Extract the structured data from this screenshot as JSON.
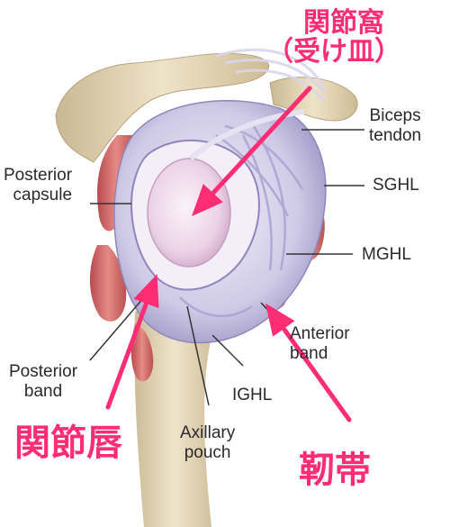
{
  "labels": {
    "biceps_tendon": [
      "Biceps",
      "tendon"
    ],
    "sghl": "SGHL",
    "posterior_capsule": [
      "Posterior",
      "capsule"
    ],
    "mghl": "MGHL",
    "anterior_band": [
      "Anterior",
      "band"
    ],
    "posterior_band": [
      "Posterior",
      "band"
    ],
    "ighl": "IGHL",
    "axillary_pouch": [
      "Axillary",
      "pouch"
    ]
  },
  "annotations": {
    "glenoid_fossa": [
      "関節窩",
      "（受け皿）"
    ],
    "labrum": "関節唇",
    "ligament": "靭帯"
  },
  "colors": {
    "annotation": "#ff2d74",
    "label_text": "#2a2a2a",
    "bone": "#e8d9b8",
    "capsule": "#c8c3e0",
    "glenoid": "#efd6ea",
    "muscle": "#d96a6a"
  }
}
